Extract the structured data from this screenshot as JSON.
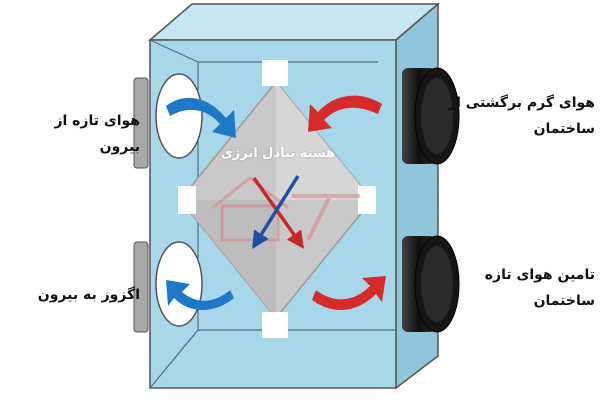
{
  "labels": {
    "fresh_air_outside": "هوای تازه از بیرون",
    "exhaust_outside": "اگزوز به بیرون",
    "return_warm_air": [
      "هوای گرم برگشتی از",
      "ساختمان"
    ],
    "supply_fresh_air": [
      "تامین هوای تازه",
      "ساختمان"
    ],
    "core": "هسته تبادل انرژی"
  },
  "colors": {
    "housing": "#a9d7ea",
    "housing_edge": "#555555",
    "core": "#c9c9c9",
    "fresh_arrow": "#1e78c8",
    "warm_arrow": "#d42b2b",
    "duct": "#1c1c1c",
    "watermark": "#d98484"
  }
}
